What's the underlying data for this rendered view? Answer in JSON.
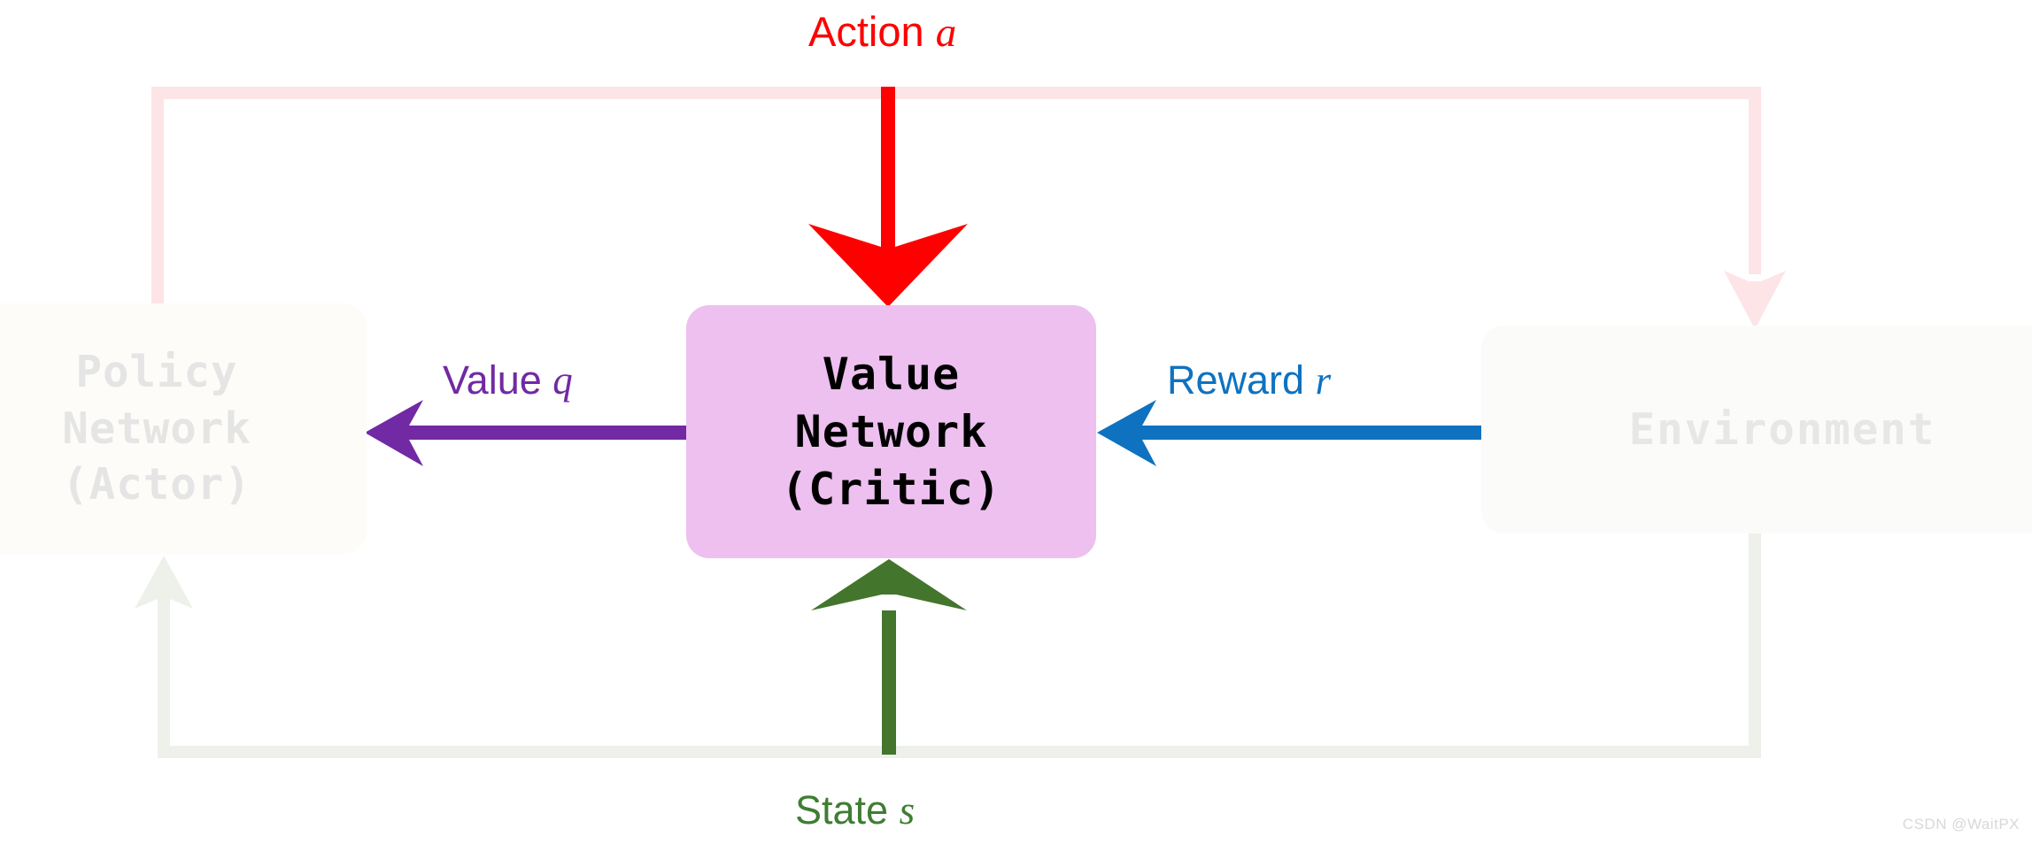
{
  "diagram": {
    "title": "Actor-Critic Reinforcement Learning Loop (Critic highlighted)",
    "background_color": "#ffffff",
    "nodes": [
      {
        "id": "policy",
        "lines": [
          "Policy",
          "Network",
          "(Actor)"
        ],
        "line1": "Policy",
        "line2": "Network",
        "line3": "(Actor)",
        "fill": "#fdfcf8",
        "text_color": "#e4e5e4",
        "state": "faded"
      },
      {
        "id": "value",
        "lines": [
          "Value",
          "Network",
          "(Critic)"
        ],
        "line1": "Value",
        "line2": "Network",
        "line3": "(Critic)",
        "fill": "#edc0ef",
        "text_color": "#000000",
        "state": "highlighted"
      },
      {
        "id": "environment",
        "lines": [
          "Environment"
        ],
        "line1": "Environment",
        "fill": "#fbfcfa",
        "text_color": "#e6e7e6",
        "state": "faded"
      }
    ],
    "edges": [
      {
        "id": "action",
        "label_text": "Action",
        "label_symbol": "a",
        "color": "#fe0000",
        "faded_color": "#fde4e6",
        "from": "policy",
        "to": "environment",
        "direction": "down-into-value"
      },
      {
        "id": "value",
        "label_text": "Value",
        "label_symbol": "q",
        "color": "#7129a4",
        "from": "value",
        "to": "policy",
        "direction": "left"
      },
      {
        "id": "reward",
        "label_text": "Reward",
        "label_symbol": "r",
        "color": "#0e72c0",
        "from": "environment",
        "to": "value",
        "direction": "left"
      },
      {
        "id": "state",
        "label_text": "State",
        "label_symbol": "s",
        "color": "#3f7d33",
        "faded_color": "#eef1ea",
        "from": "environment",
        "to": "value",
        "direction": "up-into-value"
      }
    ]
  },
  "watermark": {
    "text": "CSDN @WaitPX"
  }
}
